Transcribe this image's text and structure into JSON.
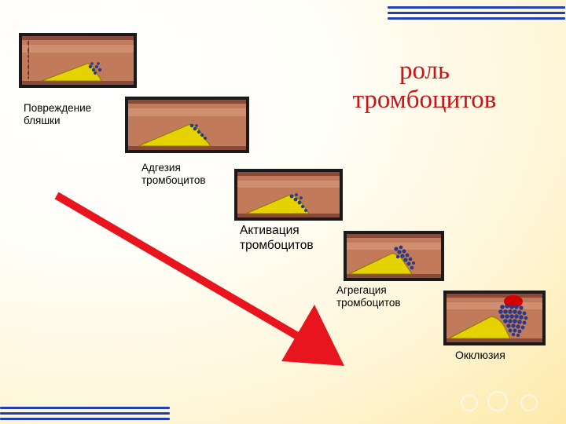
{
  "title": "роль тромбоцитов",
  "stages": [
    {
      "label": "Повреждение бляшки"
    },
    {
      "label": "Адгезия тромбоцитов"
    },
    {
      "label": "Активация тромбоцитов"
    },
    {
      "label": "Агрегация тромбоцитов"
    },
    {
      "label": "Окклюзия"
    }
  ],
  "colors": {
    "title": "#c41818",
    "arrow": "#e8141e",
    "decor_lines": "#1f3fb8",
    "vessel_wall": "#8a4a3a",
    "plaque": "#e6d200",
    "platelets": "#2a3a8a",
    "thrombus_cap": "#d40000"
  }
}
